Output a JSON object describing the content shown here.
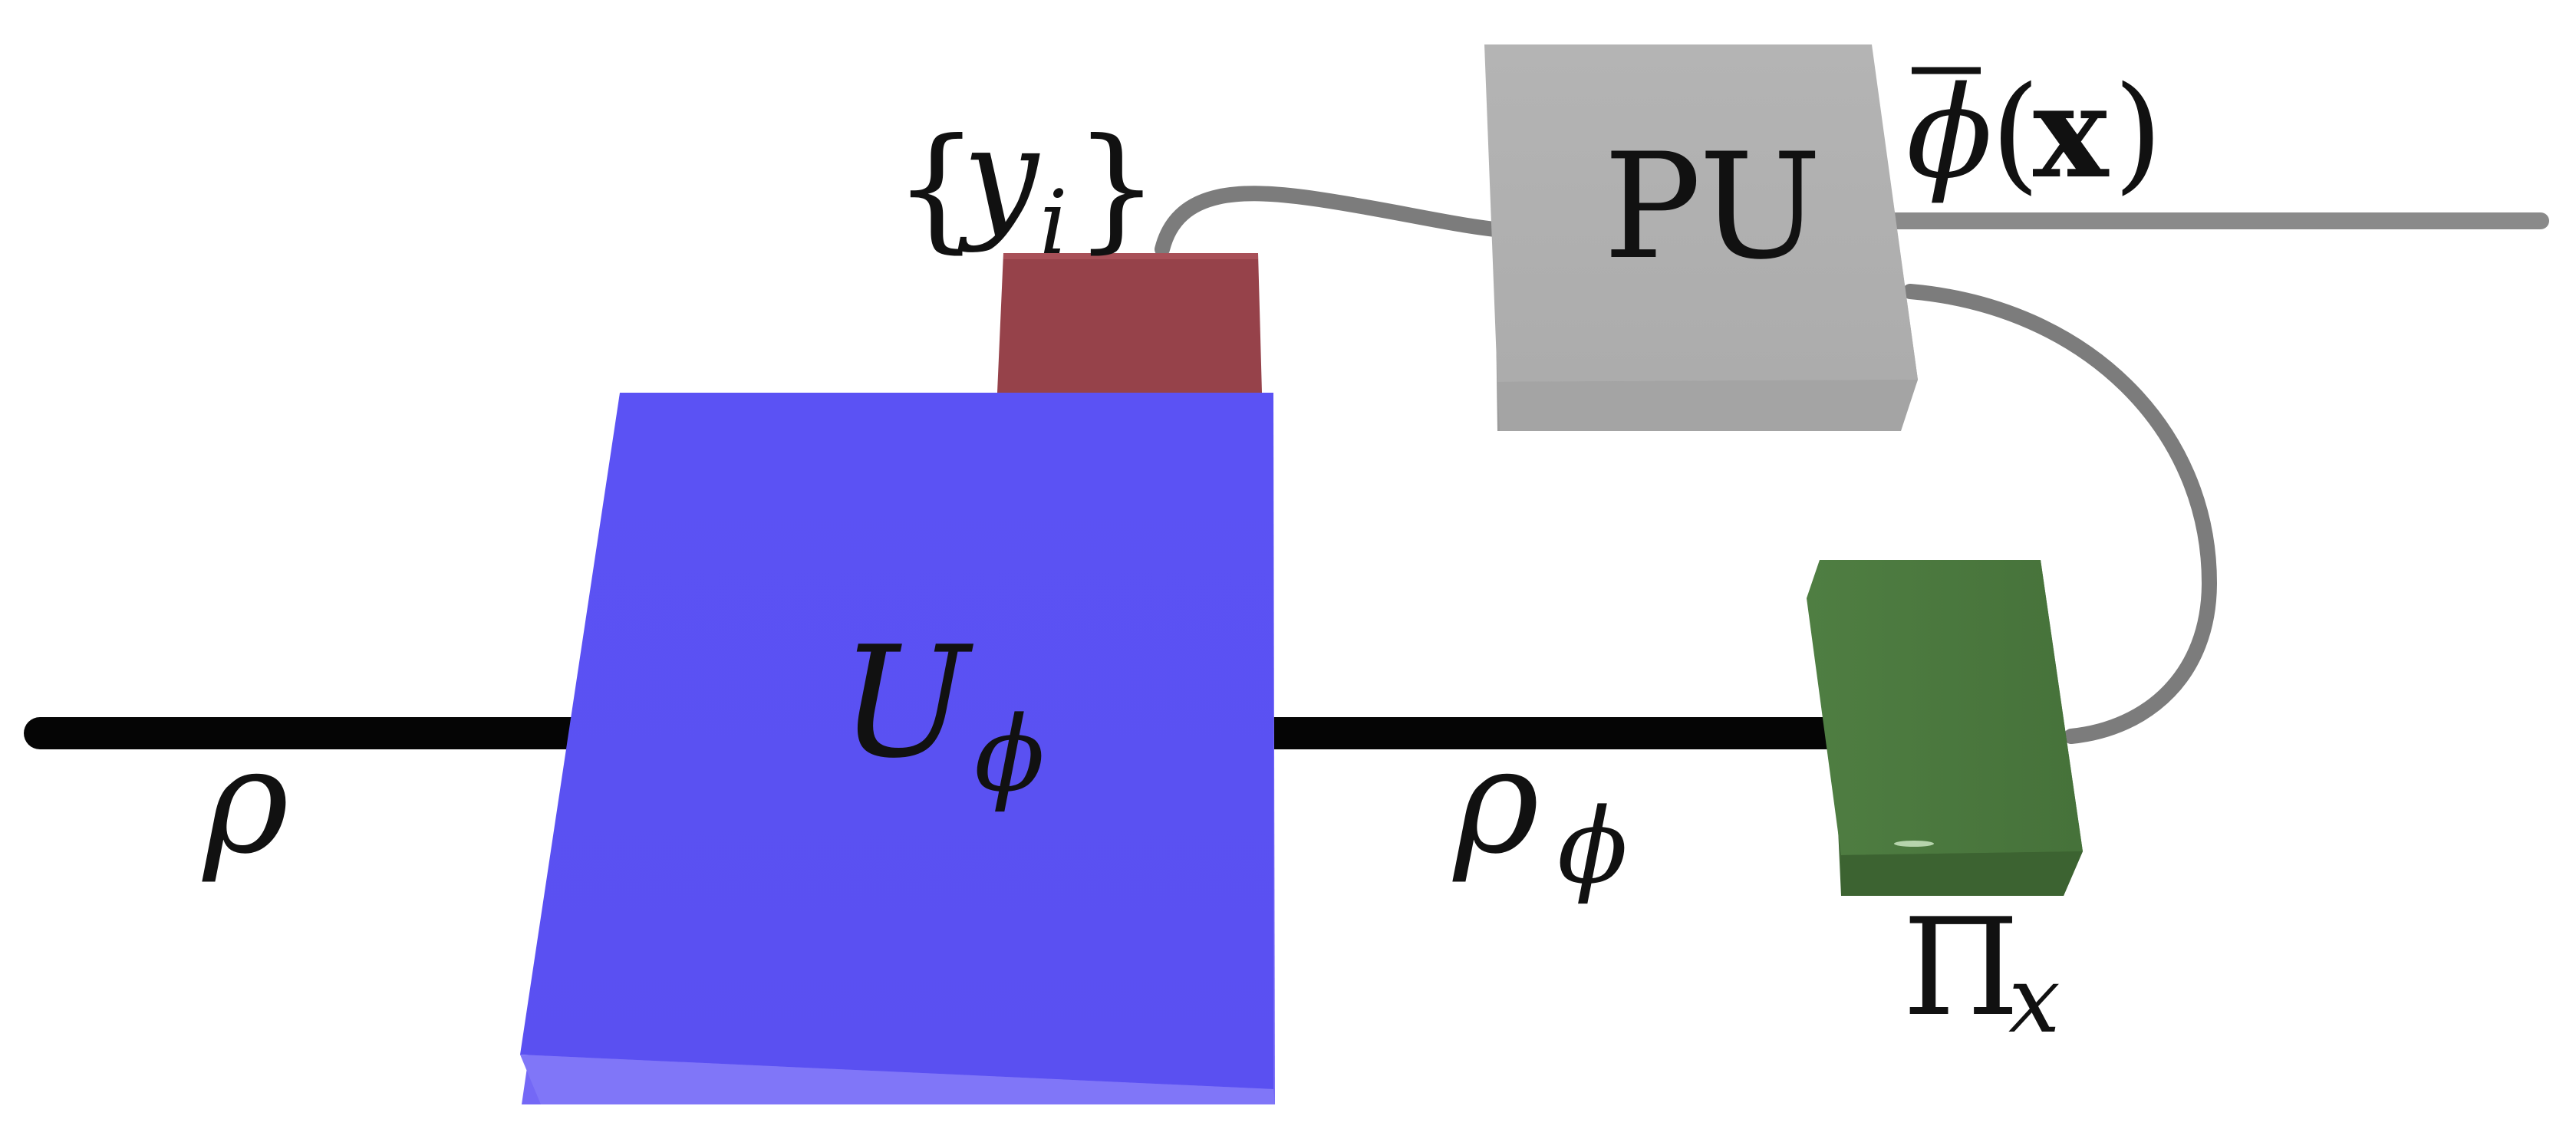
{
  "diagram": {
    "input_state": {
      "symbol": "ρ"
    },
    "unitary": {
      "main": "U",
      "sub": "ϕ",
      "color": "#5a50f2"
    },
    "output_state": {
      "main": "ρ",
      "sub": "ϕ"
    },
    "data_block": {
      "brace_open": "{",
      "var": "y",
      "sub": "i",
      "brace_close": "}",
      "color": "#96424a"
    },
    "processing_unit": {
      "label": "PU",
      "color": "#b0b0b0"
    },
    "estimator": {
      "symbol": "ϕ",
      "open": "(",
      "var": "x",
      "close": ")"
    },
    "measurement": {
      "main": "Π",
      "sub": "x",
      "color": "#4a763d"
    }
  }
}
